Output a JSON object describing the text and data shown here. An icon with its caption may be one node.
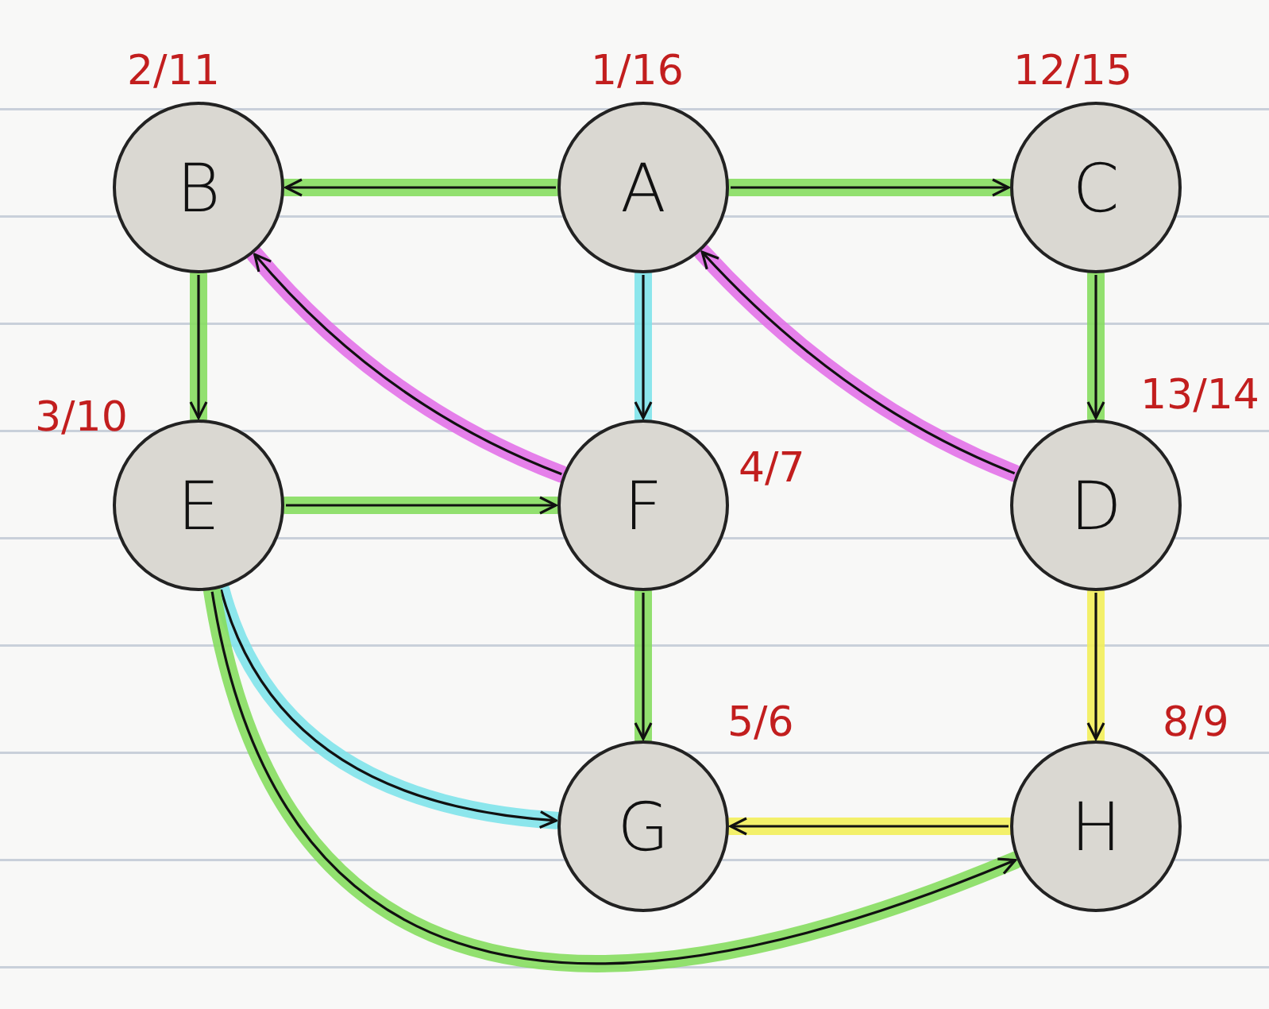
{
  "diagram": {
    "nodes": [
      {
        "text": [
          "B"
        ],
        "beside": [
          "2/11"
        ]
      },
      {
        "text": [
          "A"
        ],
        "beside": [
          "1/16"
        ]
      },
      {
        "text": [
          "C"
        ],
        "beside": [
          "12/15"
        ]
      },
      {
        "text": [
          "E"
        ],
        "beside": [
          "3/10"
        ]
      },
      {
        "text": [
          "F"
        ],
        "beside": [
          "4/7"
        ]
      },
      {
        "text": [
          "D"
        ],
        "beside": [
          "13/14"
        ]
      },
      {
        "text": [
          "G"
        ],
        "beside": [
          "5/6"
        ]
      },
      {
        "text": [
          "H"
        ],
        "beside": [
          "8/9"
        ]
      }
    ],
    "edges": [
      {
        "from": 1,
        "to": 0,
        "arrow": "to"
      },
      {
        "from": 1,
        "to": 2,
        "arrow": "to"
      },
      {
        "from": 0,
        "to": 3,
        "arrow": "to"
      },
      {
        "from": 1,
        "to": 4,
        "arrow": "to",
        "color": "#7fe3ea"
      },
      {
        "from": 2,
        "to": 5,
        "arrow": "to"
      },
      {
        "from": 4,
        "to": 0,
        "arrow": "to",
        "color": "#e272e8"
      },
      {
        "from": 5,
        "to": 1,
        "arrow": "to",
        "color": "#e272e8"
      },
      {
        "from": 3,
        "to": 4,
        "arrow": "to"
      },
      {
        "from": 4,
        "to": 6,
        "arrow": "to"
      },
      {
        "from": 5,
        "to": 7,
        "arrow": "to",
        "color": "#f2ee5a"
      },
      {
        "from": 7,
        "to": 6,
        "arrow": "to",
        "color": "#f2ee5a"
      },
      {
        "from": 3,
        "to": 6,
        "arrow": "to",
        "color": "#7fe3ea"
      },
      {
        "from": 3,
        "to": 7,
        "arrow": "to"
      }
    ]
  }
}
